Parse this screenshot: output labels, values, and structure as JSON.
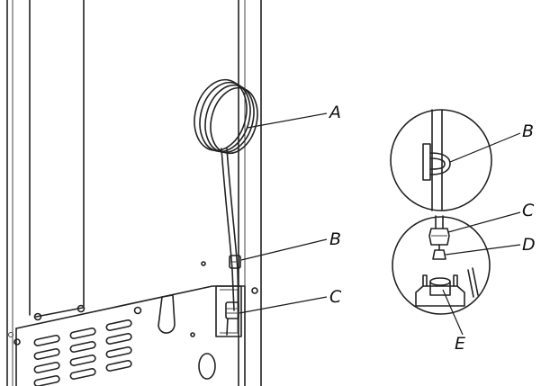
{
  "diagram": {
    "labels": {
      "main_a": "A",
      "main_b": "B",
      "main_c": "C",
      "detail_b": "B",
      "detail_c": "C",
      "detail_d": "D",
      "detail_e": "E"
    }
  },
  "colors": {
    "line": "#222222",
    "background": "#ffffff"
  }
}
